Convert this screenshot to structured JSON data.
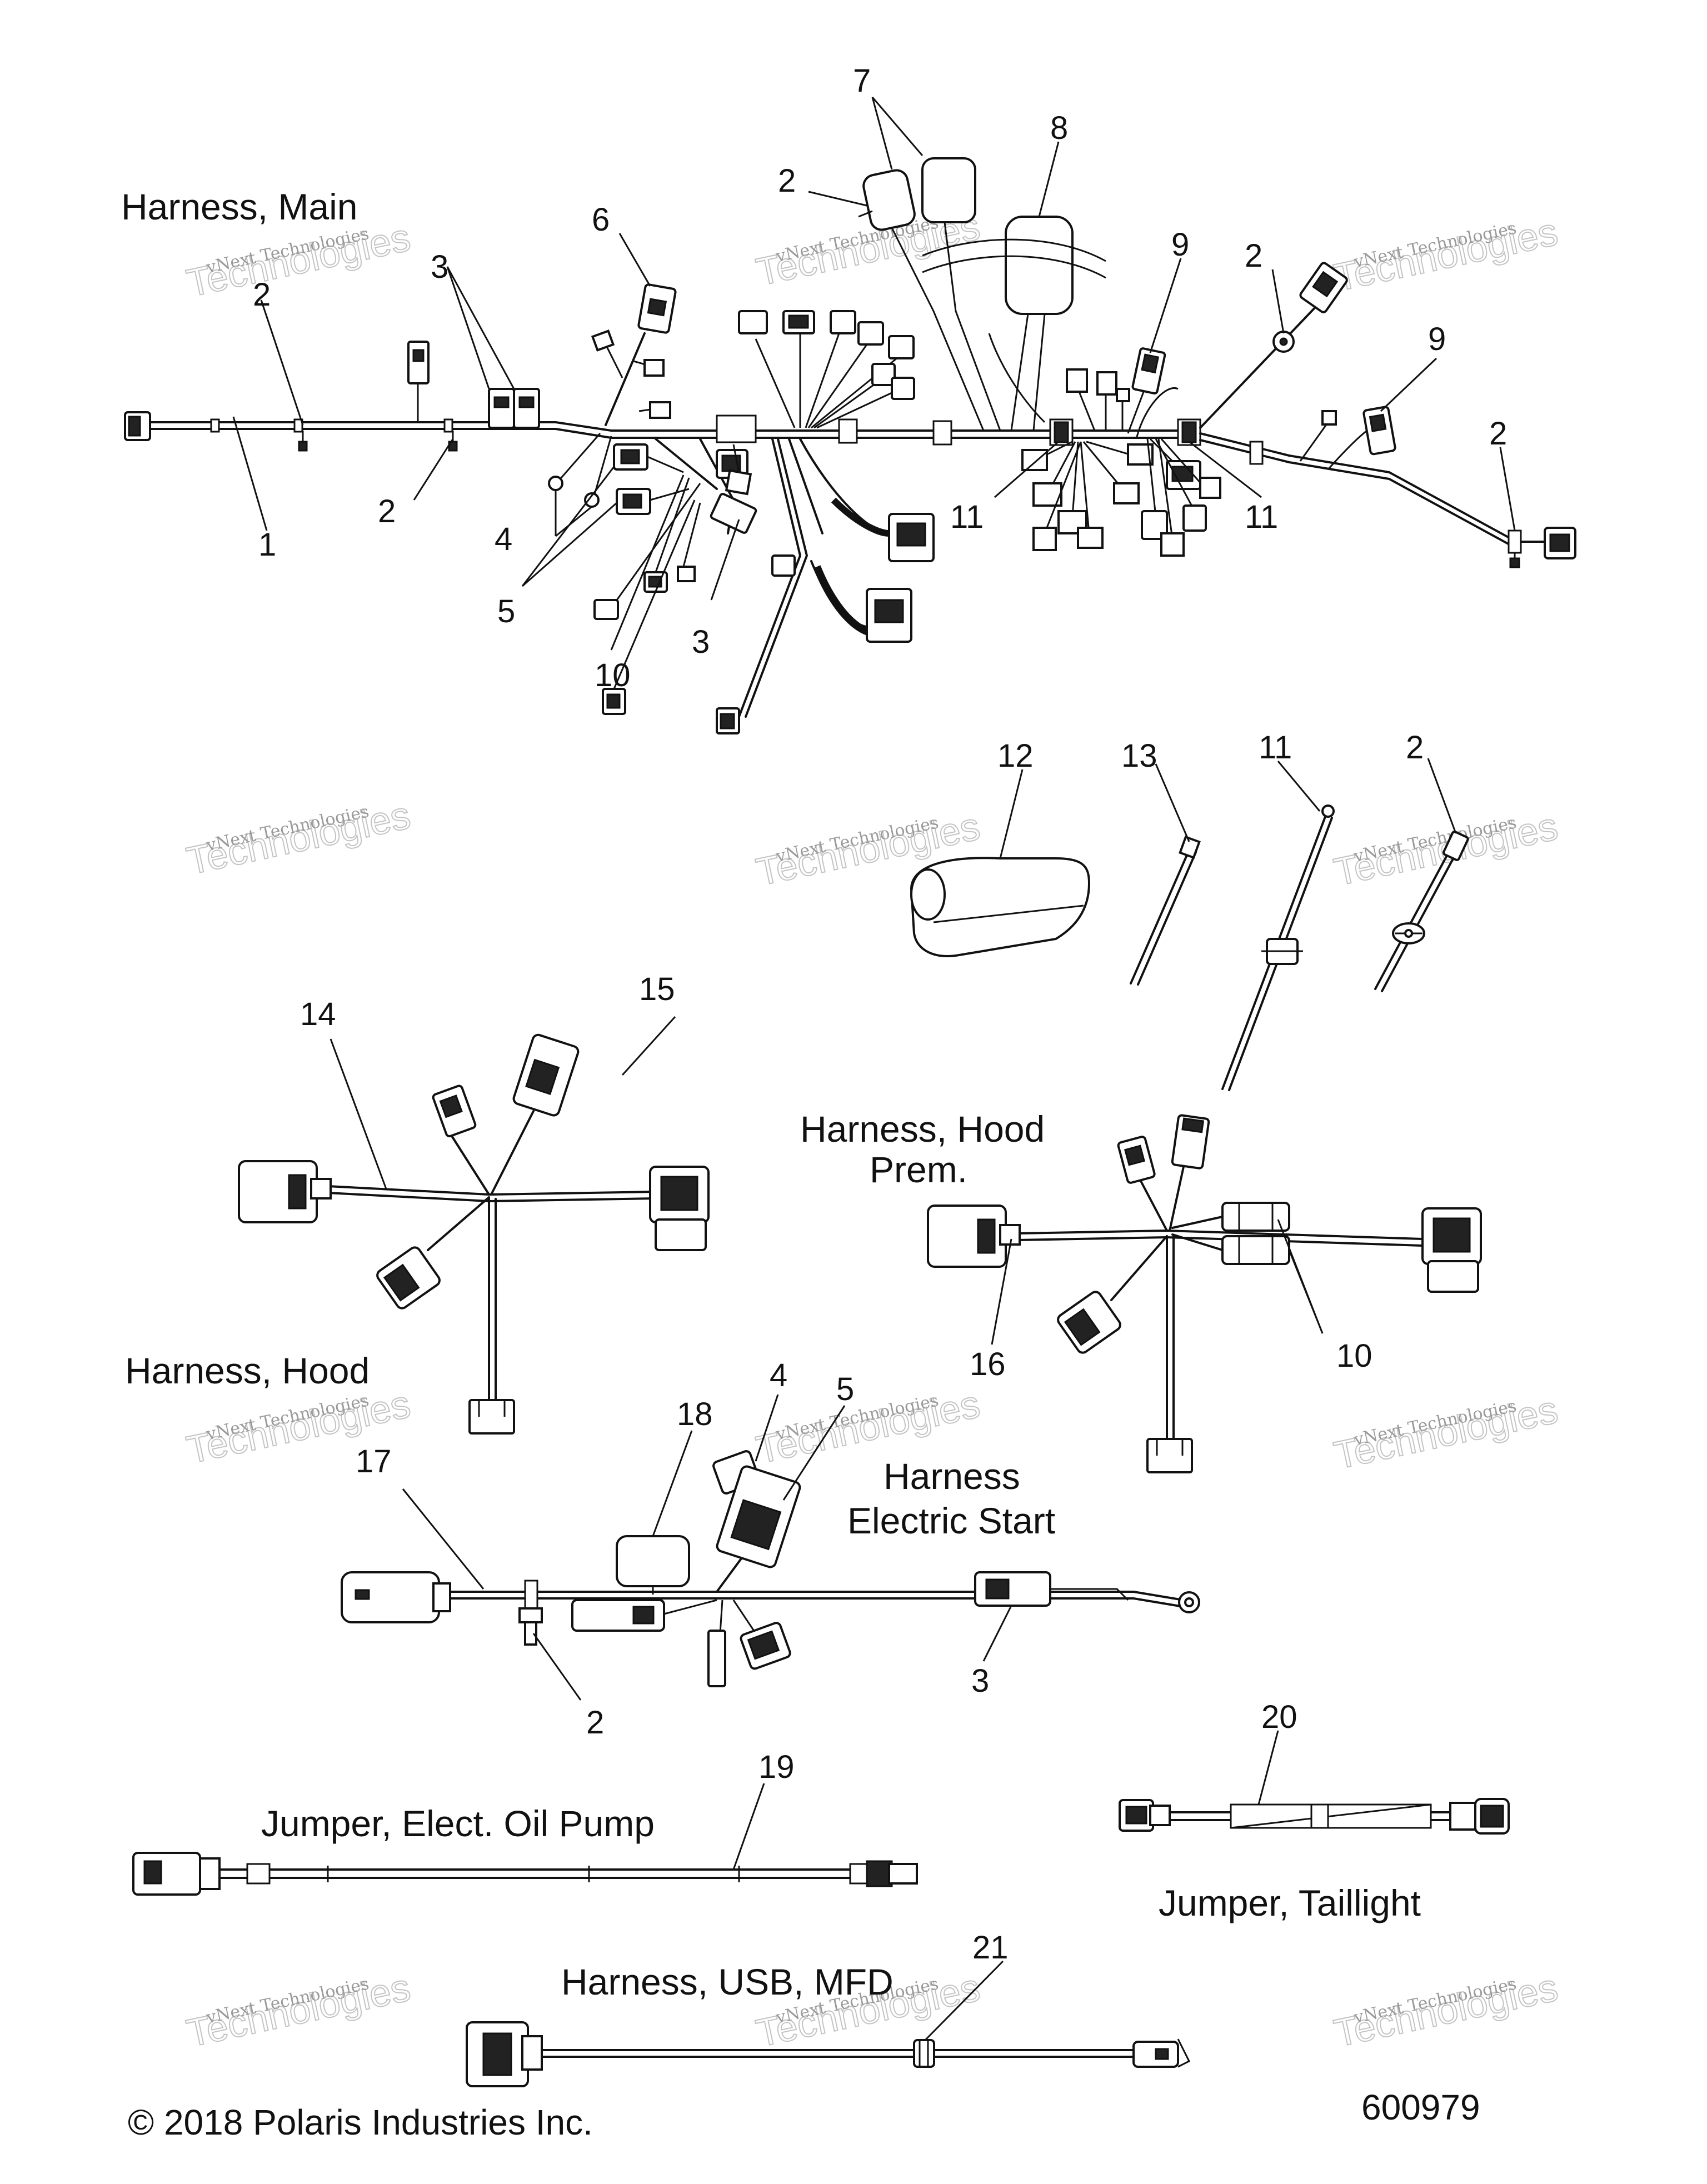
{
  "page": {
    "copyright": "© 2018 Polaris Industries Inc.",
    "figure_number": "600979"
  },
  "watermark": {
    "line1": "vNext Technologies",
    "line2": "Technologies",
    "line3": "vNext"
  },
  "titles": {
    "harness_main": "Harness, Main",
    "harness_hood_prem_line1": "Harness, Hood",
    "harness_hood_prem_line2": "Prem.",
    "harness_hood": "Harness, Hood",
    "harness_electric_start_line1": "Harness",
    "harness_electric_start_line2": "Electric Start",
    "jumper_oil_pump": "Jumper, Elect. Oil Pump",
    "jumper_taillight": "Jumper, Taillight",
    "harness_usb_mfd": "Harness, USB, MFD"
  },
  "callouts": {
    "c1": "1",
    "c2": "2",
    "c3": "3",
    "c4": "4",
    "c5": "5",
    "c6": "6",
    "c7": "7",
    "c8": "8",
    "c9": "9",
    "c10": "10",
    "c11": "11",
    "c12": "12",
    "c13": "13",
    "c14": "14",
    "c15": "15",
    "c16": "16",
    "c17": "17",
    "c18": "18",
    "c19": "19",
    "c20": "20",
    "c21": "21"
  }
}
